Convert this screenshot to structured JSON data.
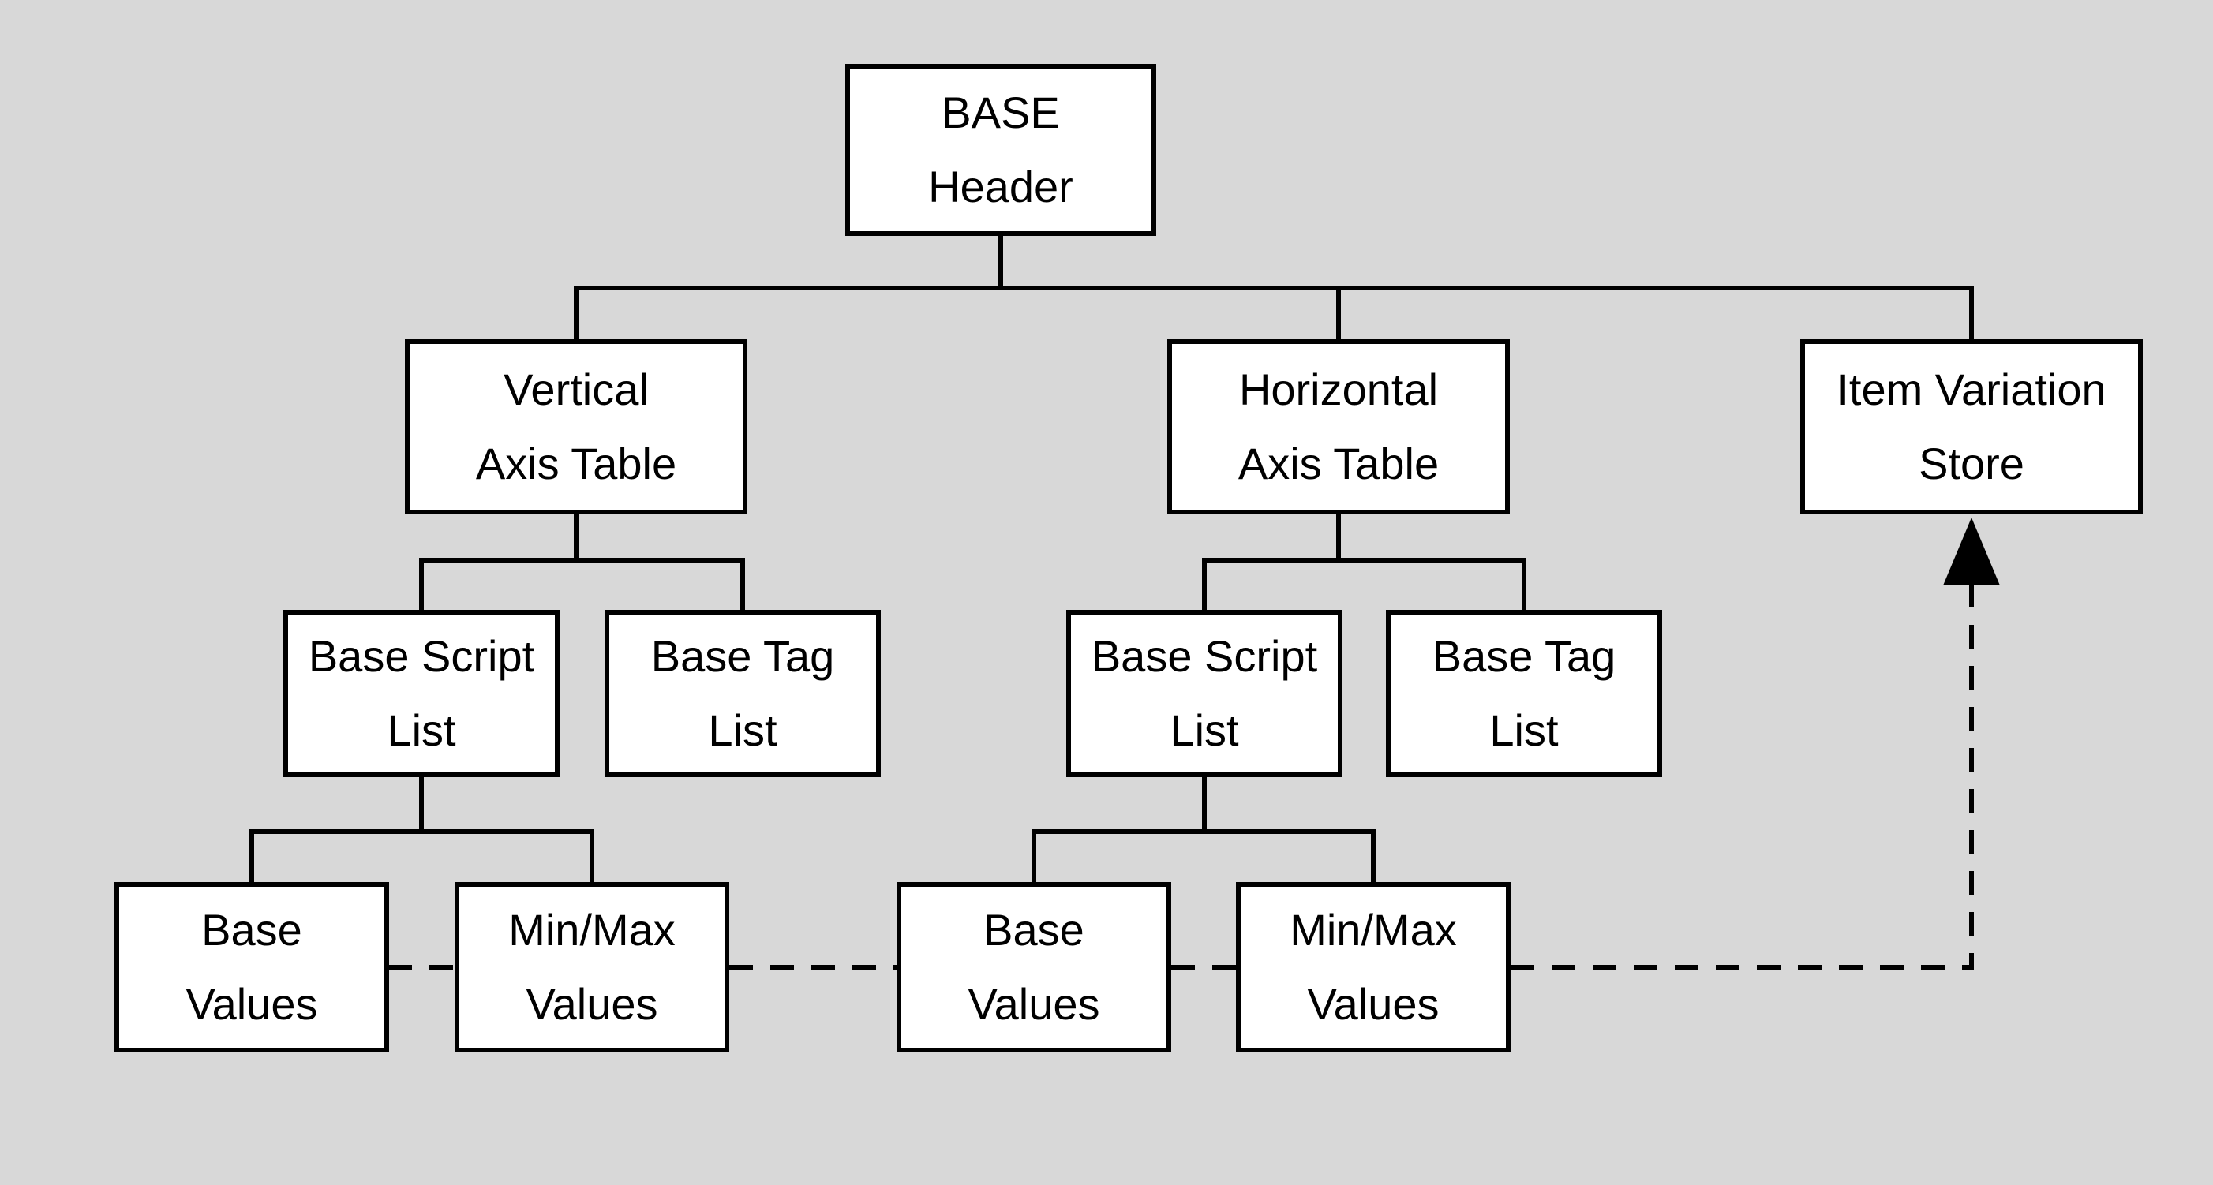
{
  "canvas": {
    "background_color": "#d8d8d8",
    "box_fill_color": "#ffffff",
    "box_border_color": "#000000",
    "connector_color": "#000000"
  },
  "nodes": {
    "base_header": {
      "label": "BASE\nHeader"
    },
    "vertical_axis_table": {
      "label": "Vertical\nAxis Table"
    },
    "horizontal_axis_table": {
      "label": "Horizontal\nAxis Table"
    },
    "item_variation_store": {
      "label": "Item Variation\nStore"
    },
    "base_script_list_vertical": {
      "label": "Base Script\nList"
    },
    "base_tag_list_vertical": {
      "label": "Base Tag\nList"
    },
    "base_script_list_horizontal": {
      "label": "Base Script\nList"
    },
    "base_tag_list_horizontal": {
      "label": "Base Tag\nList"
    },
    "base_values_vertical": {
      "label": "Base\nValues"
    },
    "minmax_values_vertical": {
      "label": "Min/Max\nValues"
    },
    "base_values_horizontal": {
      "label": "Base\nValues"
    },
    "minmax_values_horizontal": {
      "label": "Min/Max\nValues"
    }
  },
  "edges": {
    "solid": [
      {
        "from": "base_header",
        "to": "vertical_axis_table"
      },
      {
        "from": "base_header",
        "to": "horizontal_axis_table"
      },
      {
        "from": "base_header",
        "to": "item_variation_store"
      },
      {
        "from": "vertical_axis_table",
        "to": "base_script_list_vertical"
      },
      {
        "from": "vertical_axis_table",
        "to": "base_tag_list_vertical"
      },
      {
        "from": "horizontal_axis_table",
        "to": "base_script_list_horizontal"
      },
      {
        "from": "horizontal_axis_table",
        "to": "base_tag_list_horizontal"
      },
      {
        "from": "base_script_list_vertical",
        "to": "base_values_vertical"
      },
      {
        "from": "base_script_list_vertical",
        "to": "minmax_values_vertical"
      },
      {
        "from": "base_script_list_horizontal",
        "to": "base_values_horizontal"
      },
      {
        "from": "base_script_list_horizontal",
        "to": "minmax_values_horizontal"
      }
    ],
    "dashed_arrow": {
      "style": "dashed",
      "arrowhead": "filled-triangle-up",
      "path": [
        "base_values_vertical",
        "minmax_values_vertical",
        "base_values_horizontal",
        "minmax_values_horizontal",
        "item_variation_store"
      ]
    }
  }
}
